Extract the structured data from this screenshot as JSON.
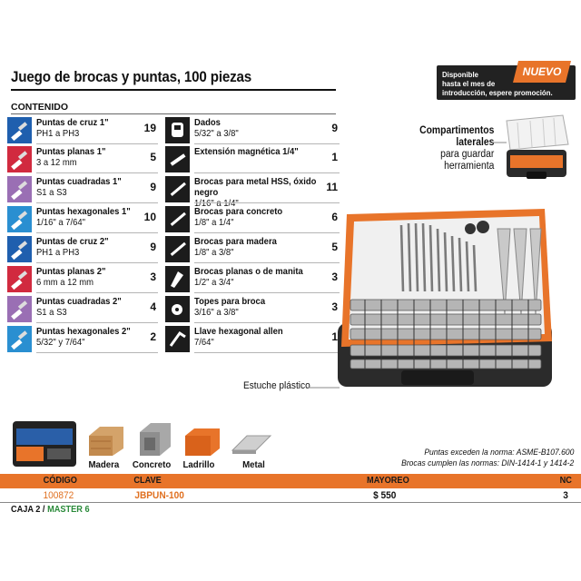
{
  "product": {
    "title": "Juego de brocas y puntas, 100 piezas",
    "section_label": "CONTENIDO"
  },
  "left_items": [
    {
      "name": "Puntas de cruz 1\"",
      "sub": "PH1 a PH3",
      "qty": "19",
      "color": "#1f5fae",
      "icon": "cross-bit-icon"
    },
    {
      "name": "Puntas planas 1\"",
      "sub": "3 a 12 mm",
      "qty": "5",
      "color": "#d12a3f",
      "icon": "flat-bit-icon"
    },
    {
      "name": "Puntas cuadradas 1\"",
      "sub": "S1 a S3",
      "qty": "9",
      "color": "#9a6fb4",
      "icon": "square-bit-icon"
    },
    {
      "name": "Puntas hexagonales 1\"",
      "sub": "1/16\" a 7/64\"",
      "qty": "10",
      "color": "#2a8fd1",
      "icon": "hex-bit-icon"
    },
    {
      "name": "Puntas de cruz 2\"",
      "sub": "PH1 a PH3",
      "qty": "9",
      "color": "#1f5fae",
      "icon": "cross-bit-icon"
    },
    {
      "name": "Puntas planas 2\"",
      "sub": "6 mm a 12 mm",
      "qty": "3",
      "color": "#d12a3f",
      "icon": "flat-bit-icon"
    },
    {
      "name": "Puntas cuadradas 2\"",
      "sub": "S1 a S3",
      "qty": "4",
      "color": "#9a6fb4",
      "icon": "square-bit-icon"
    },
    {
      "name": "Puntas hexagonales 2\"",
      "sub": "5/32\" y 7/64\"",
      "qty": "2",
      "color": "#2a8fd1",
      "icon": "hex-bit-icon"
    }
  ],
  "right_items": [
    {
      "name": "Dados",
      "sub": "5/32\" a 3/8\"",
      "qty": "9",
      "icon": "socket-icon"
    },
    {
      "name": "Extensión magnética 1/4\"",
      "sub": "",
      "qty": "1",
      "icon": "extension-icon"
    },
    {
      "name": "Brocas para metal HSS, óxido negro",
      "sub": "1/16\" a 1/4\"",
      "qty": "11",
      "icon": "metal-drill-icon"
    },
    {
      "name": "Brocas para concreto",
      "sub": "1/8\" a 1/4\"",
      "qty": "6",
      "icon": "concrete-drill-icon"
    },
    {
      "name": "Brocas para madera",
      "sub": "1/8\" a 3/8\"",
      "qty": "5",
      "icon": "wood-drill-icon"
    },
    {
      "name": "Brocas planas o de manita",
      "sub": "1/2\" a 3/4\"",
      "qty": "3",
      "icon": "spade-bit-icon"
    },
    {
      "name": "Topes para broca",
      "sub": "3/16\" a 3/8\"",
      "qty": "3",
      "icon": "drill-stop-icon"
    },
    {
      "name": "Llave hexagonal allen",
      "sub": "7/64\"",
      "qty": "1",
      "icon": "allen-key-icon"
    }
  ],
  "badge": {
    "new_label": "NUEVO",
    "line1": "Disponible",
    "line2": "hasta el mes de",
    "line3": "introducción, espere promoción."
  },
  "callouts": {
    "compartments_line1": "Compartimentos",
    "compartments_line2": "laterales",
    "compartments_line3": "para guardar",
    "compartments_line4": "herramienta",
    "case": "Estuche plástico"
  },
  "materials": [
    "Madera",
    "Concreto",
    "Ladrillo",
    "Metal"
  ],
  "norms": {
    "line1": "Puntas exceden la norma: ASME-B107.600",
    "line2": "Brocas cumplen las normas: DIN-1414-1 y 1414-2"
  },
  "table": {
    "headers": {
      "codigo": "CÓDIGO",
      "clave": "CLAVE",
      "mayoreo": "MAYOREO",
      "nc": "NC"
    },
    "codigo": "100872",
    "clave": "JBPUN-100",
    "mayoreo": "$ 550",
    "nc": "3"
  },
  "packaging": {
    "caja": "CAJA 2 /",
    "master": "MASTER 6"
  },
  "colors": {
    "accent": "#e8742a",
    "code_color": "#e07020",
    "master_color": "#2a8a3a"
  }
}
